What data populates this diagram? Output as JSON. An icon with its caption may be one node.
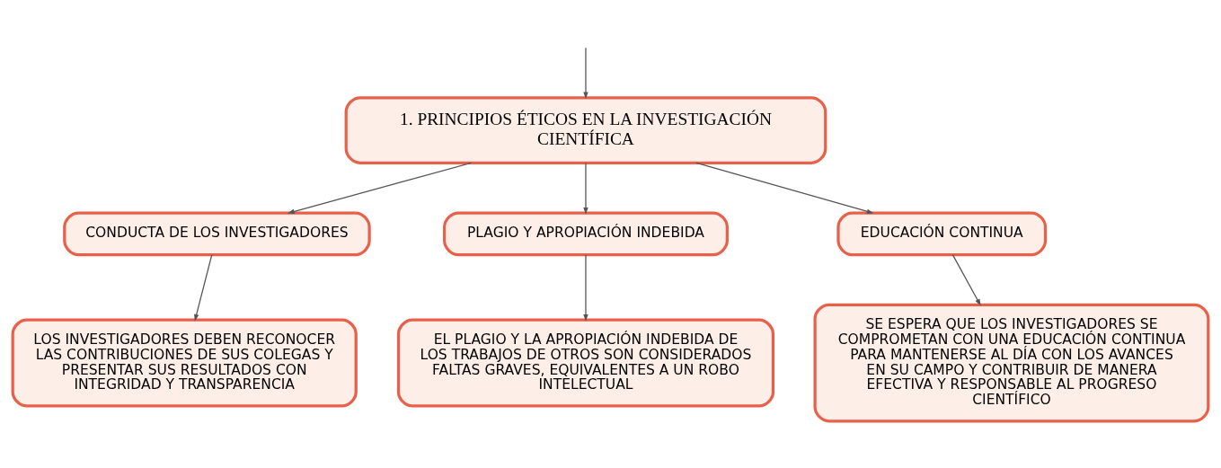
{
  "diagram": {
    "nodes": [
      {
        "text": [
          "1. PRINCIPIOS ÉTICOS EN LA INVESTIGACIÓN CIENTÍFICA"
        ]
      },
      {
        "text": [
          "CONDUCTA DE LOS INVESTIGADORES"
        ]
      },
      {
        "text": [
          "PLAGIO Y APROPIACIÓN INDEBIDA"
        ]
      },
      {
        "text": [
          "EDUCACIÓN CONTINUA"
        ]
      },
      {
        "text": [
          "LOS INVESTIGADORES DEBEN RECONOCER LAS CONTRIBUCIONES DE SUS COLEGAS Y PRESENTAR SUS RESULTADOS CON INTEGRIDAD Y TRANSPARENCIA"
        ]
      },
      {
        "text": [
          "EL PLAGIO Y LA APROPIACIÓN INDEBIDA DE LOS TRABAJOS DE OTROS SON CONSIDERADOS FALTAS GRAVES, EQUIVALENTES A UN ROBO INTELECTUAL"
        ]
      },
      {
        "text": [
          "SE ESPERA QUE LOS INVESTIGADORES SE COMPROMETAN CON UNA EDUCACIÓN CONTINUA PARA MANTENERSE AL DÍA CON LOS AVANCES EN SU CAMPO Y CONTRIBUIR DE MANERA EFECTIVA Y RESPONSABLE AL PROGRESO CIENTÍFICO"
        ]
      }
    ],
    "edges": [
      {
        "from": null,
        "to": 0,
        "arrow": "to"
      },
      {
        "from": 0,
        "to": 1,
        "arrow": "to"
      },
      {
        "from": 0,
        "to": 2,
        "arrow": "to"
      },
      {
        "from": 0,
        "to": 3,
        "arrow": "to"
      },
      {
        "from": 1,
        "to": 4,
        "arrow": "to"
      },
      {
        "from": 2,
        "to": 5,
        "arrow": "to"
      },
      {
        "from": 3,
        "to": 6,
        "arrow": "to"
      }
    ]
  }
}
